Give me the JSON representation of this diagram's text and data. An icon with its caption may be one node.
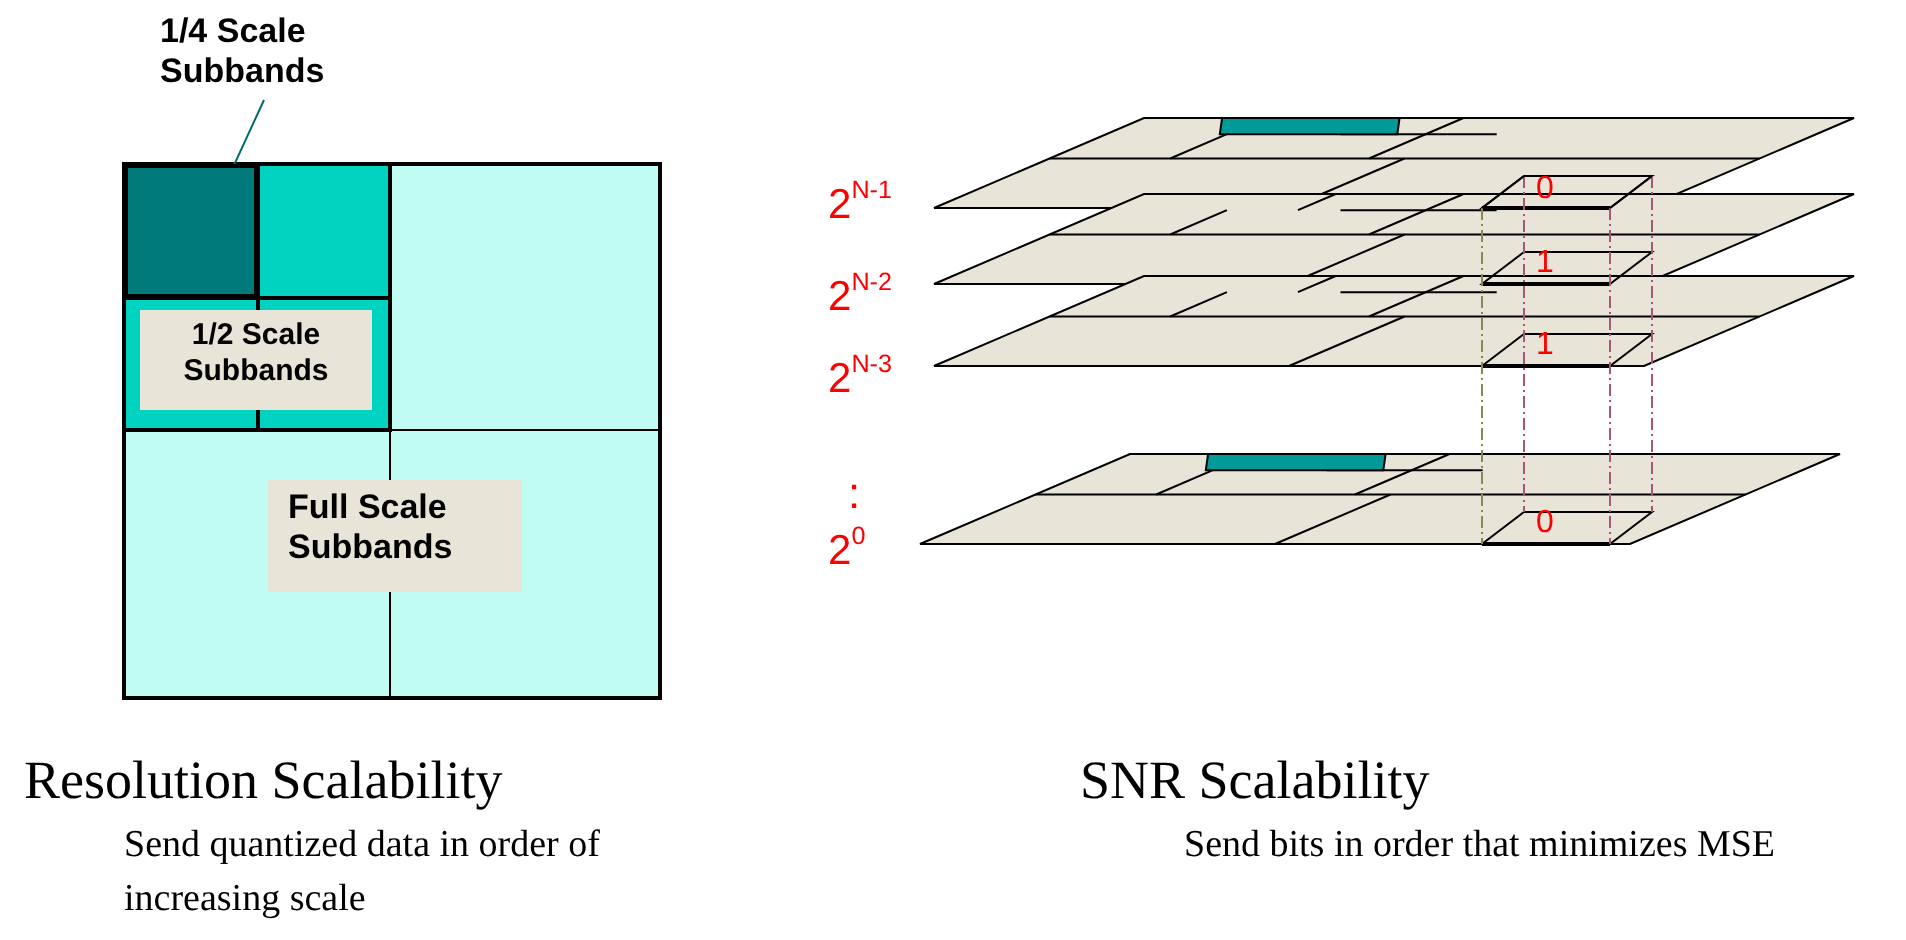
{
  "diagram": {
    "nodes": [
      {
        "text": [
          "1/4 Scale Subbands"
        ]
      },
      {
        "text": [],
        "shape": "box"
      },
      {
        "text": [
          "1/2 Scale Subbands"
        ]
      },
      {
        "text": [
          "Full Scale Subbands"
        ]
      }
    ],
    "edges": [
      {
        "from": 0,
        "to": 1,
        "arrow": "none",
        "color": "#006b6b"
      }
    ],
    "labels": [
      "2$^{N-1}$",
      "2$^{N-2}$",
      "2$^{N-3}$",
      ":",
      "2$^{0}$",
      "0",
      "1",
      "1",
      "0",
      "Resolution Scalability",
      "Send quantized data in order of increasing scale",
      "SNR Scalability",
      "Send bits in order that minimizes MSE"
    ]
  }
}
